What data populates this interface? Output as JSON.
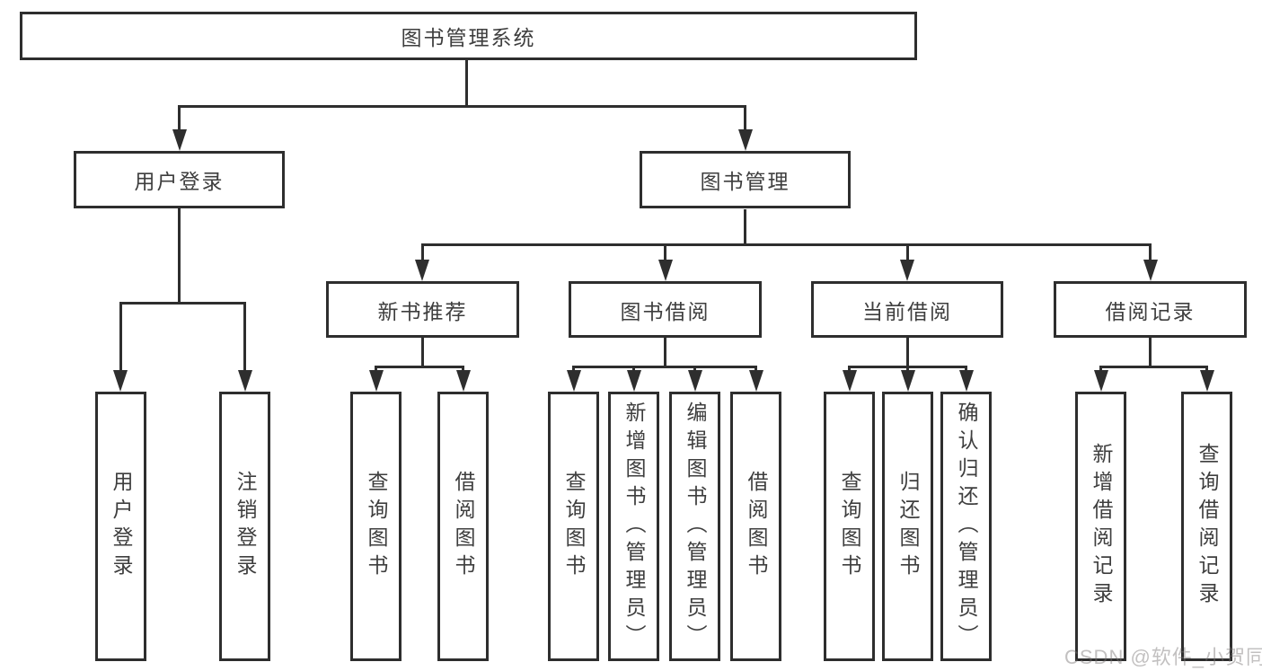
{
  "tree": {
    "root": "图书管理系统",
    "branches": [
      {
        "label": "用户登录",
        "children": [
          "用户登录",
          "注销登录"
        ]
      },
      {
        "label": "图书管理",
        "children": [
          {
            "label": "新书推荐",
            "children": [
              "查询图书",
              "借阅图书"
            ]
          },
          {
            "label": "图书借阅",
            "children": [
              "查询图书",
              "新增图书（管理员）",
              "编辑图书（管理员）",
              "借阅图书"
            ]
          },
          {
            "label": "当前借阅",
            "children": [
              "查询图书",
              "归还图书",
              "确认归还（管理员）"
            ]
          },
          {
            "label": "借阅记录",
            "children": [
              "新增借阅记录",
              "查询借阅记录"
            ]
          }
        ]
      }
    ]
  },
  "watermark": {
    "text": "CSDN @软件_小贺同学"
  },
  "colors": {
    "line": "#2e2e2e",
    "text": "#3e3e3e",
    "background": "#ffffff",
    "watermark_gray": "#bdbdbd"
  }
}
